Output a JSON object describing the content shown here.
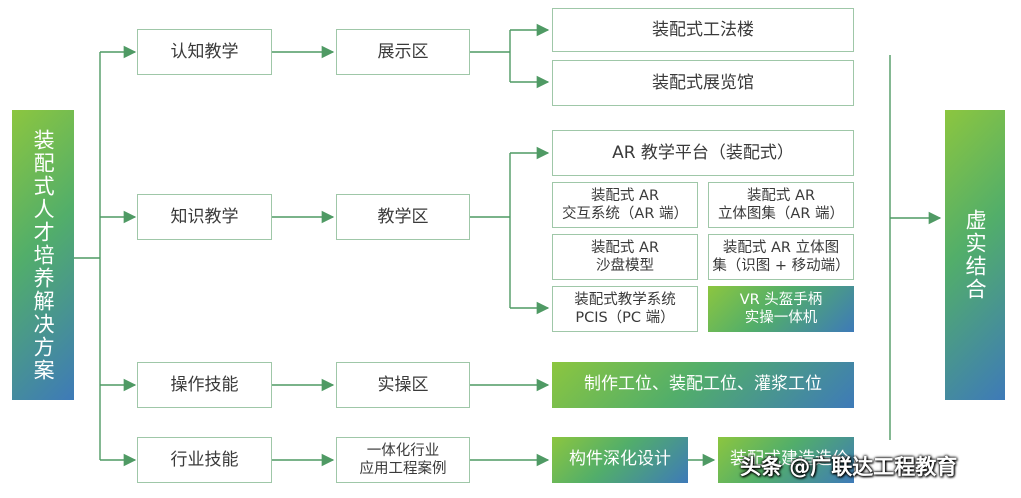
{
  "left_label": "装配式人才培养解决方案",
  "right_label": "虚实结合",
  "level1": [
    "认知教学",
    "知识教学",
    "操作技能",
    "行业技能"
  ],
  "level2": [
    "展示区",
    "教学区",
    "实操区",
    "一体化行业\n应用工程案例"
  ],
  "display": [
    "装配式工法楼",
    "装配式展览馆"
  ],
  "teaching": {
    "platform": "AR 教学平台（装配式）",
    "grid": [
      "装配式 AR\n交互系统（AR 端）",
      "装配式 AR\n立体图集（AR 端）",
      "装配式 AR\n沙盘模型",
      "装配式 AR 立体图\n集（识图 + 移动端）",
      "装配式教学系统\nPCIS（PC 端）",
      "VR 头盔手柄\n实操一体机"
    ]
  },
  "practice": "制作工位、装配工位、灌浆工位",
  "industry": [
    "构件深化设计",
    "装配式建造造价"
  ],
  "watermark": "头条 @广联达工程教育",
  "colors": {
    "line": "#4f9a64",
    "box_border": "#9fc7a8",
    "gradient_start": "#8cc63f",
    "gradient_end": "#3e7ab8"
  }
}
